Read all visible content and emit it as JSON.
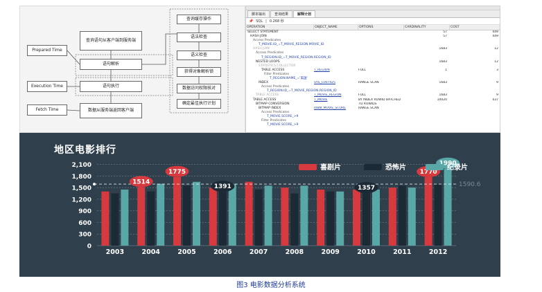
{
  "diagram": {
    "center_boxes": [
      {
        "label": "查询语句从客户端到服务端"
      },
      {
        "label": "语句解析"
      },
      {
        "label": "语句执行"
      },
      {
        "label": "数据从服务端返回客户端"
      }
    ],
    "left_boxes": [
      {
        "label": "Prepared Time"
      },
      {
        "label": "Execution Time"
      },
      {
        "label": "Fetch Time"
      }
    ],
    "right_boxes": [
      {
        "label": "查询缓存操作"
      },
      {
        "label": "语法检查"
      },
      {
        "label": "语义检查"
      },
      {
        "label": "获得对象解析锁"
      },
      {
        "label": "数据访问权限核对"
      },
      {
        "label": "确定最佳执行计划"
      }
    ]
  },
  "plan": {
    "tabs": [
      "脚本输出",
      "查询结果",
      "解释计划"
    ],
    "active_tab": 2,
    "toolbar": {
      "sql_label": "SQL",
      "time": "0.268 秒"
    },
    "columns": [
      "OPERATION",
      "OBJECT_NAME",
      "OPTIONS",
      "CARDINALITY",
      "COST"
    ],
    "rows": [
      {
        "indent": 0,
        "op": "SELECT STATEMENT",
        "obj": "",
        "opt": "",
        "card": "57",
        "cost": "449",
        "style": ""
      },
      {
        "indent": 1,
        "op": "HASH JOIN",
        "obj": "",
        "opt": "",
        "card": "57",
        "cost": "449",
        "style": ""
      },
      {
        "indent": 2,
        "op": "Access Predicates",
        "obj": "",
        "opt": "",
        "card": "",
        "cost": "",
        "style": "exp"
      },
      {
        "indent": 4,
        "op": "T_MOVIE.ID_=T_MOVIE_REGION.MOVIE_ID",
        "obj": "",
        "opt": "",
        "card": "",
        "cost": "",
        "style": "blue"
      },
      {
        "indent": 2,
        "op": "HASH JOIN",
        "obj": "",
        "opt": "",
        "card": "1683",
        "cost": "12",
        "style": "dim"
      },
      {
        "indent": 3,
        "op": "Access Predicates",
        "obj": "",
        "opt": "",
        "card": "",
        "cost": "",
        "style": "exp"
      },
      {
        "indent": 5,
        "op": "T_REGION.ID_=T_MOVIE_REGION.REGION_ID",
        "obj": "",
        "opt": "",
        "card": "",
        "cost": "",
        "style": "blue"
      },
      {
        "indent": 3,
        "op": "NESTED LOOPS",
        "obj": "",
        "opt": "",
        "card": "1683",
        "cost": "12",
        "style": ""
      },
      {
        "indent": 4,
        "op": "STATISTICS COLLECTOR",
        "obj": "",
        "opt": "",
        "card": "",
        "cost": "",
        "style": "dim"
      },
      {
        "indent": 5,
        "op": "TABLE ACCESS",
        "obj": "T_REGION",
        "opt": "FULL",
        "card": "1",
        "cost": "3",
        "style": ""
      },
      {
        "indent": 6,
        "op": "Filter Predicates",
        "obj": "",
        "opt": "",
        "card": "",
        "cost": "",
        "style": "exp"
      },
      {
        "indent": 8,
        "op": "T_REGION.NAME_='美国'",
        "obj": "",
        "opt": "",
        "card": "",
        "cost": "",
        "style": "blue"
      },
      {
        "indent": 4,
        "op": "INDEX",
        "obj": "SYS_C007425",
        "opt": "RANGE SCAN",
        "card": "1683",
        "cost": "9",
        "style": ""
      },
      {
        "indent": 5,
        "op": "Access Predicates",
        "obj": "",
        "opt": "",
        "card": "",
        "cost": "",
        "style": "exp"
      },
      {
        "indent": 7,
        "op": "T_REGION.ID_=T_MOVIE_REGION.REGION_ID",
        "obj": "",
        "opt": "",
        "card": "",
        "cost": "",
        "style": "blue"
      },
      {
        "indent": 3,
        "op": "TABLE ACCESS",
        "obj": "T_MOVIE_REGION",
        "opt": "FULL",
        "card": "1683",
        "cost": "9",
        "style": "dim"
      },
      {
        "indent": 2,
        "op": "TABLE ACCESS",
        "obj": "T_MOVIE",
        "opt": "BY INDEX ROWID BATCHED",
        "card": "10020",
        "cost": "437",
        "style": ""
      },
      {
        "indent": 3,
        "op": "BITMAP CONVERSION",
        "obj": "",
        "opt": "TO ROWIDS",
        "card": "",
        "cost": "",
        "style": ""
      },
      {
        "indent": 4,
        "op": "BITMAP INDEX",
        "obj": "IXBM_MOVIE_SCORE",
        "opt": "RANGE SCAN",
        "card": "",
        "cost": "",
        "style": ""
      },
      {
        "indent": 5,
        "op": "Access Predicates",
        "obj": "",
        "opt": "",
        "card": "",
        "cost": "",
        "style": "exp"
      },
      {
        "indent": 7,
        "op": "T_MOVIE.SCORE_>9",
        "obj": "",
        "opt": "",
        "card": "",
        "cost": "",
        "style": "blue"
      },
      {
        "indent": 5,
        "op": "Filter Predicates",
        "obj": "",
        "opt": "",
        "card": "",
        "cost": "",
        "style": "exp"
      },
      {
        "indent": 7,
        "op": "T_MOVIE.SCORE_>9",
        "obj": "",
        "opt": "",
        "card": "",
        "cost": "",
        "style": "blue"
      }
    ]
  },
  "chart_data": {
    "type": "bar",
    "title": "地区电影排行",
    "categories": [
      "2003",
      "2004",
      "2005",
      "2006",
      "2007",
      "2008",
      "2009",
      "2010",
      "2011",
      "2012"
    ],
    "series": [
      {
        "name": "喜剧片",
        "color": "#d63a3e",
        "values": [
          1400,
          1514,
          1775,
          1500,
          1650,
          1500,
          1450,
          1450,
          1500,
          1770
        ]
      },
      {
        "name": "恐怖片",
        "color": "#1c2a35",
        "values": [
          1350,
          1400,
          1550,
          1391,
          1450,
          1350,
          1400,
          1357,
          1550,
          1580
        ]
      },
      {
        "name": "纪录片",
        "color": "#5aa7a8",
        "values": [
          1450,
          1600,
          1650,
          1600,
          1550,
          1550,
          1400,
          1450,
          1500,
          1990
        ]
      }
    ],
    "ylim": [
      0,
      2200
    ],
    "yticks": [
      "2,100",
      "1,800",
      "1,500",
      "1,200",
      "900",
      "600",
      "300",
      "0"
    ],
    "ytick_values": [
      2100,
      1800,
      1500,
      1200,
      900,
      600,
      300,
      0
    ],
    "markline": {
      "value": 1590.6,
      "label": "1590.6"
    },
    "annotations": [
      {
        "label": "1514",
        "series": 0,
        "index": 1
      },
      {
        "label": "1775",
        "series": 0,
        "index": 2
      },
      {
        "label": "1391",
        "series": 1,
        "index": 3
      },
      {
        "label": "1357",
        "series": 1,
        "index": 7
      },
      {
        "label": "1770",
        "series": 0,
        "index": 9
      },
      {
        "label": "1990",
        "series": 2,
        "index": 9
      }
    ],
    "legend_position": "top-right",
    "grid": true
  },
  "caption": "图3 电影数据分析系统"
}
